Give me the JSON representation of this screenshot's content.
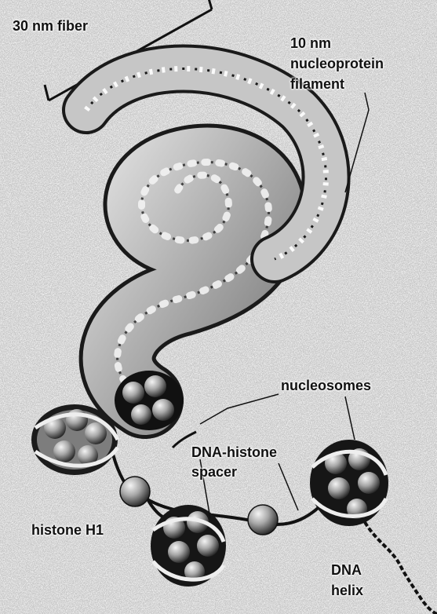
{
  "labels": {
    "fiber_30nm": "30 nm fiber",
    "filament_10nm": [
      "10 nm",
      "nucleoprotein",
      "filament"
    ],
    "nucleosomes": "nucleosomes",
    "spacer": [
      "DNA-histone",
      "spacer"
    ],
    "histone_h1": "histone H1",
    "dna_helix": [
      "DNA",
      "helix"
    ]
  },
  "colors": {
    "background": "#d6d6d6",
    "ink": "#111111",
    "coil_fill": "#bdbdbd",
    "coil_shadow": "#3a3a3a",
    "bead_light": "#e8e8e8",
    "bead_dark": "#262626"
  }
}
